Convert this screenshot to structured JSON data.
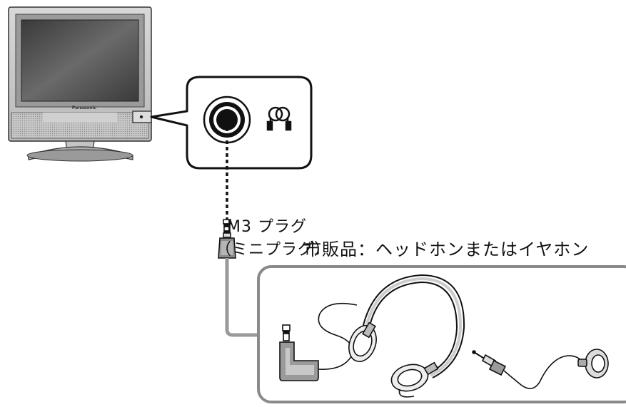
{
  "tv": {
    "brand": "Panasonic"
  },
  "plug_label": {
    "line1": "M3 プラグ",
    "line2": "（ミニプラグ）"
  },
  "product_label": "市販品：ヘッドホンまたはイヤホン",
  "icons": [
    "tv-monitor-icon",
    "headphone-jack-icon",
    "headphone-symbol-icon",
    "mini-plug-icon",
    "headphones-icon",
    "earphone-icon"
  ],
  "colors": {
    "frame_gray": "#8a8a8a",
    "screen_dark": "#4a4a4a",
    "cable_gray": "#9a9a9a",
    "outline": "#111111"
  }
}
